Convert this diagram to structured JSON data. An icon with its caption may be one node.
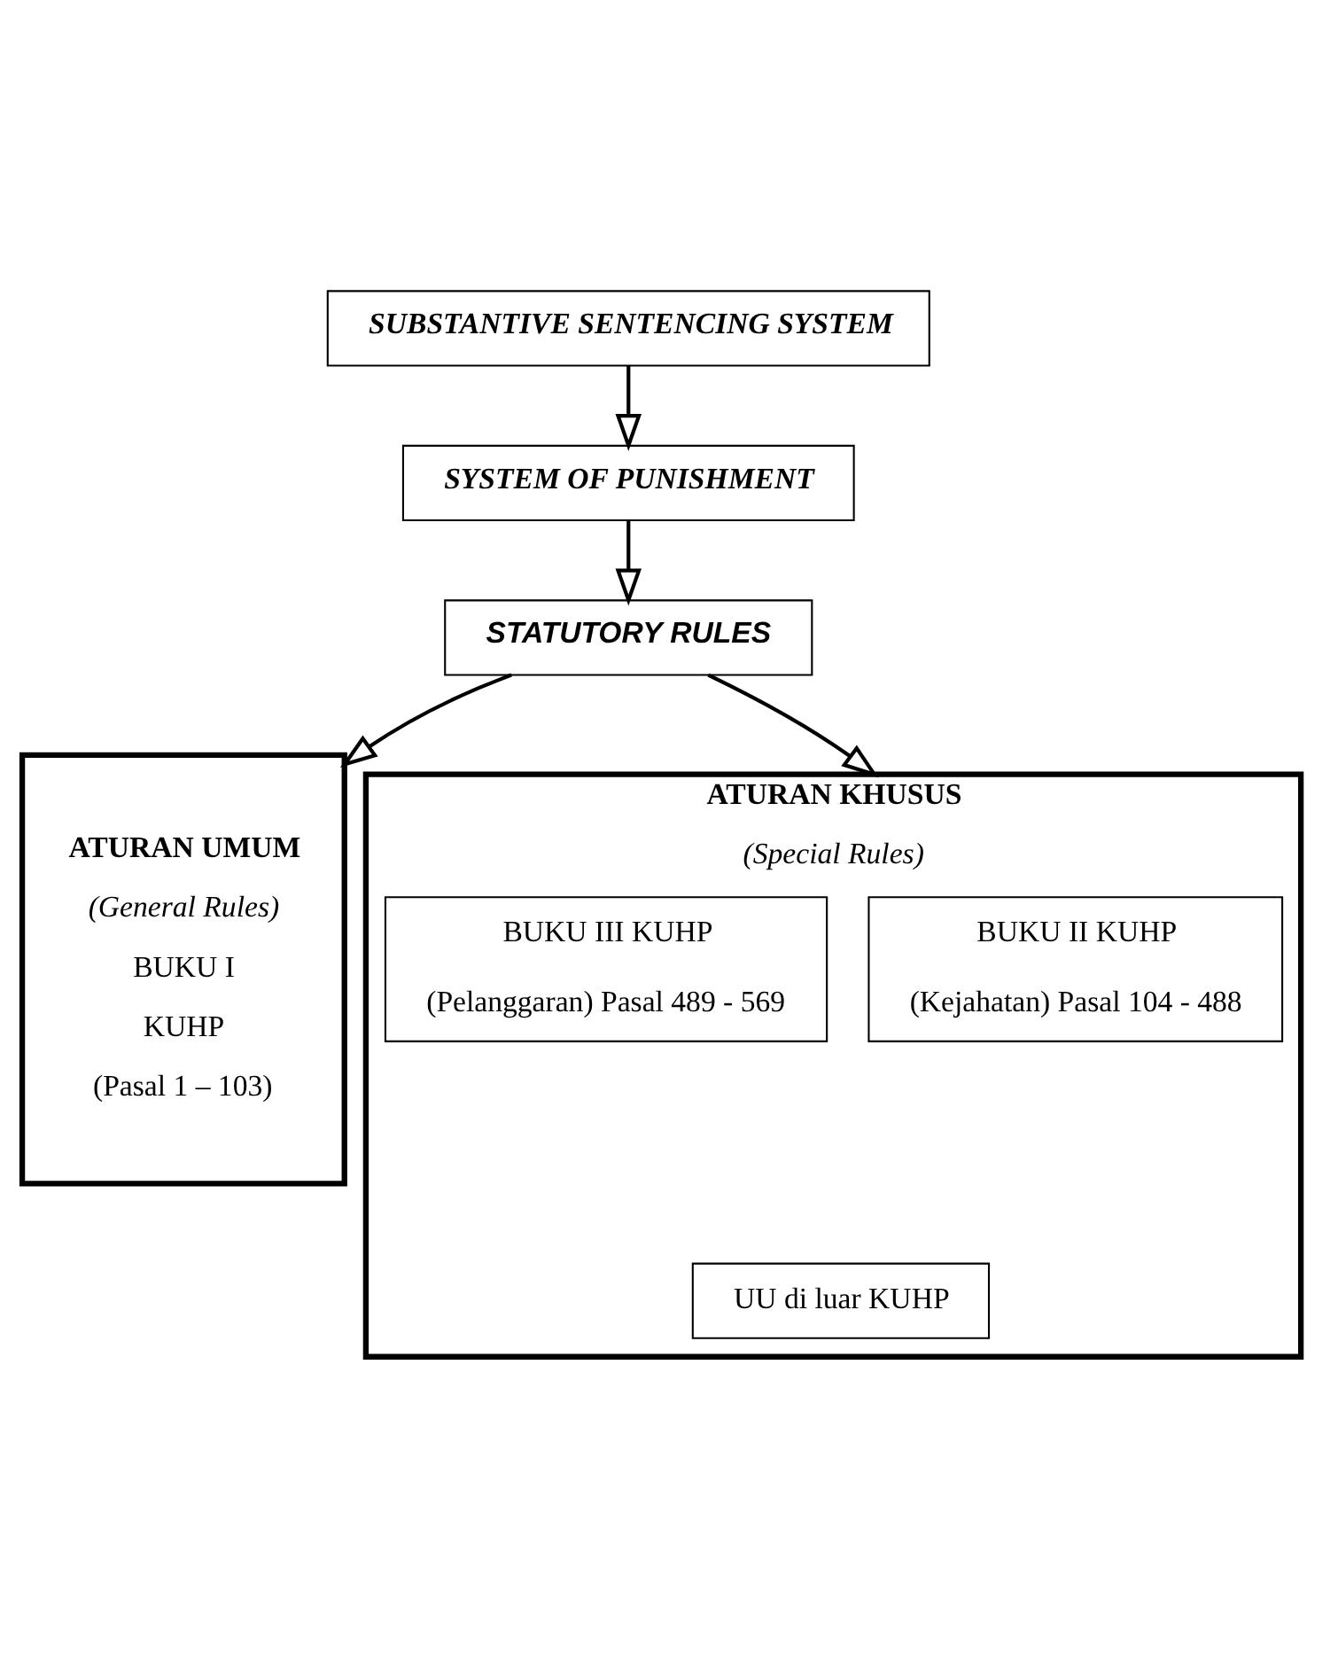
{
  "diagram": {
    "nodes": [
      {
        "text": [
          "SUBSTANTIVE SENTENCING SYSTEM"
        ]
      },
      {
        "text": [
          "SYSTEM OF PUNISHMENT"
        ]
      },
      {
        "text": [
          "STATUTORY RULES"
        ]
      },
      {
        "text": [
          "ATURAN UMUM",
          "(General Rules)",
          "BUKU I",
          "KUHP",
          "(Pasal 1 – 103)"
        ]
      },
      {
        "text": [
          "ATURAN KHUSUS",
          "(Special Rules)"
        ]
      },
      {
        "text": [
          "BUKU II KUHP",
          "(Kejahatan) Pasal 104 - 488"
        ],
        "in": 4
      },
      {
        "text": [
          "BUKU III KUHP",
          "(Pelanggaran) Pasal 489 - 569"
        ],
        "in": 4
      },
      {
        "text": [
          "UU di luar KUHP"
        ],
        "in": 4
      }
    ],
    "edges": [
      {
        "from": 0,
        "to": 1,
        "arrow": "to"
      },
      {
        "from": 1,
        "to": 2,
        "arrow": "to"
      },
      {
        "from": 2,
        "to": 3,
        "arrow": "to"
      },
      {
        "from": 2,
        "to": 4,
        "arrow": "to"
      }
    ]
  }
}
